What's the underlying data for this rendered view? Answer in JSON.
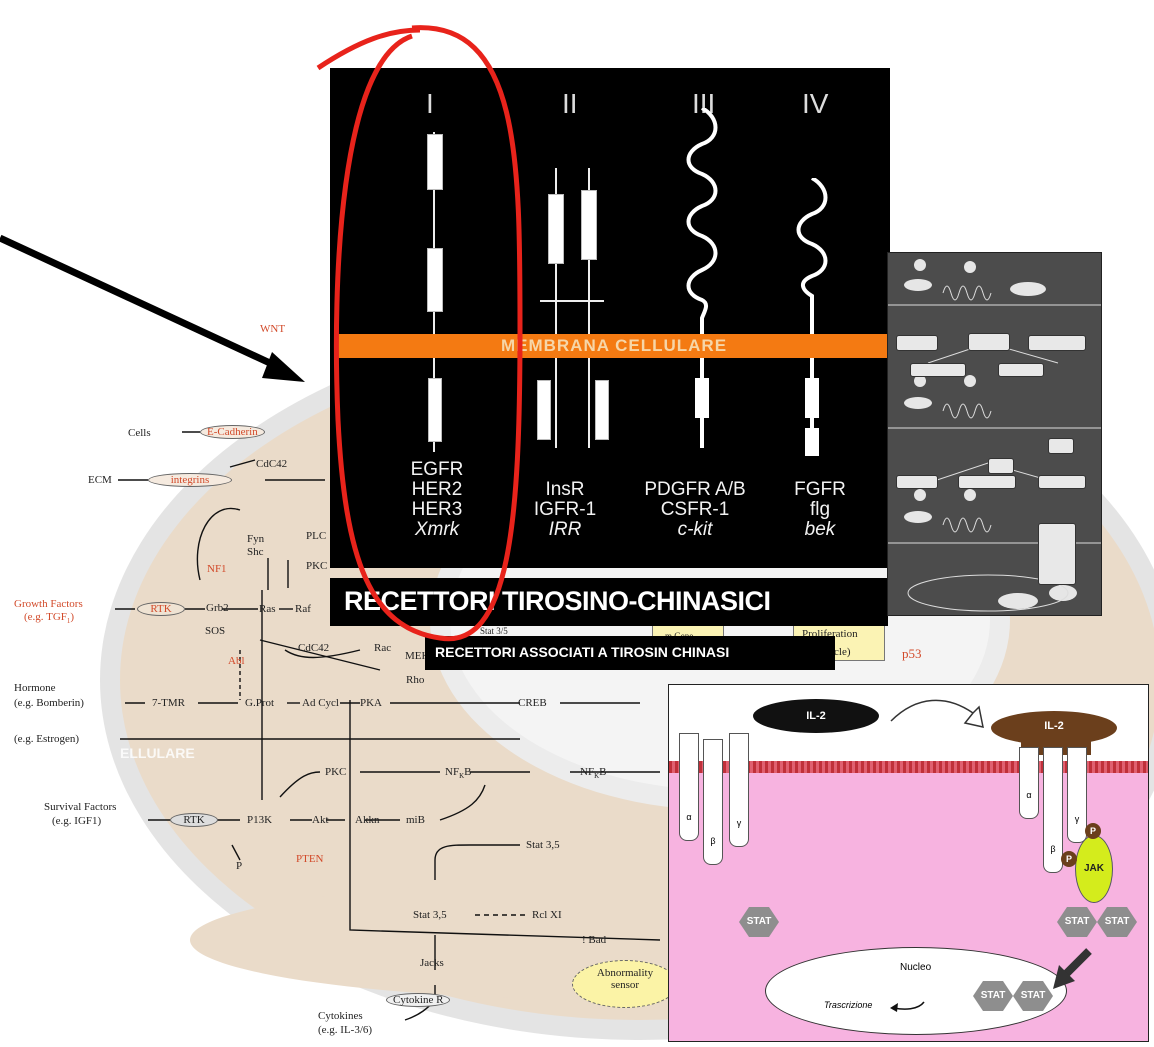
{
  "rtk_panel": {
    "classes": [
      {
        "numeral": "I",
        "names": [
          "EGFR",
          "HER2",
          "HER3",
          "Xmrk"
        ]
      },
      {
        "numeral": "II",
        "names": [
          "InsR",
          "IGFR-1",
          "IRR"
        ]
      },
      {
        "numeral": "III",
        "names": [
          "PDGFR A/B",
          "CSFR-1",
          "c-kit"
        ]
      },
      {
        "numeral": "IV",
        "names": [
          "FGFR",
          "flg",
          "bek"
        ]
      }
    ],
    "membrane_label": "MEMBRANA CELLULARE"
  },
  "title": "RECETTORI TIROSINO-CHINASICI",
  "subtitle": "RECETTORI ASSOCIATI A TIROSIN CHINASI",
  "pathway": {
    "inputs": [
      "WNT",
      "Cells",
      "ECM",
      "Growth Factors",
      "(e.g. TGF",
      "Hormone",
      "(e.g. Bomberin)",
      "(e.g. Estrogen)",
      "Survival Factors",
      "(e.g. IGF1)",
      "Cytokines",
      "(e.g. IL-3/6)"
    ],
    "nodes": [
      "E-Cadherin",
      "integrins",
      "CdC42",
      "Fyn",
      "Shc",
      "NF1",
      "PLC",
      "PKC",
      "RTK",
      "Grb2",
      "SOS",
      "Ras",
      "Raf",
      "Abl",
      "CdC42",
      "Rac",
      "Rho",
      "MEK",
      "7-TMR",
      "G.Prot",
      "Ad Cycl",
      "PKA",
      "CREB",
      "ELLULARE",
      "PKC",
      "NF",
      "B",
      "NF",
      "B",
      "RTK",
      "P13K",
      "Akt",
      "Akkn",
      "miB",
      "P",
      "PTEN",
      "Stat 3,5",
      "Stat 3,5",
      "Rcl XI",
      "Bad",
      "Jacks",
      "Cytokine R",
      "Abnormality",
      "sensor",
      "p53",
      "Proliferation",
      "cle)",
      "Stat 3/5",
      "m Gene"
    ]
  },
  "il2_panel": {
    "ligand": "IL-2",
    "bound_ligand": "IL-2",
    "chains": [
      "α",
      "β",
      "γ"
    ],
    "bound_chains": [
      "α",
      "β",
      "γ"
    ],
    "phospho": "P",
    "kinase": "JAK",
    "stat": "STAT",
    "nucleus": "Nucleo",
    "transcription": "Trascrizione"
  },
  "colors": {
    "membrane_orange": "#f47a12",
    "annotation_red": "#e8231b",
    "il2_brown": "#6b3f1c",
    "jak_green": "#d4ec1c",
    "cytoplasm_pink": "#f7b3e0"
  }
}
